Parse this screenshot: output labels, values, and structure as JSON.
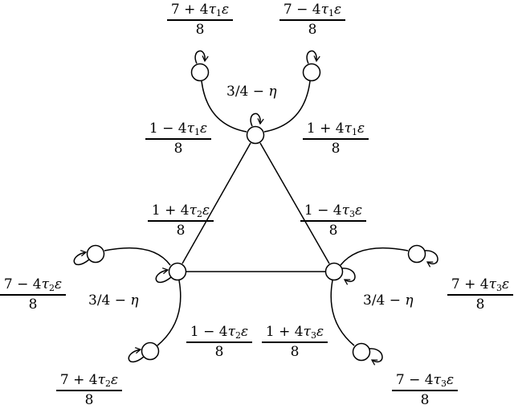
{
  "diagram": {
    "description": "Graph with three central nodes forming a triangle, each with a self-loop and two attached outer nodes with self-loops; edges labeled by transition probabilities.",
    "central_self_loop_label": "3/4 − η",
    "nodes": {
      "center_top": {
        "label": ""
      },
      "center_left": {
        "label": ""
      },
      "center_right": {
        "label": ""
      },
      "outer_top_left": {
        "label": ""
      },
      "outer_top_right": {
        "label": ""
      },
      "outer_left_top": {
        "label": ""
      },
      "outer_left_bottom": {
        "label": ""
      },
      "outer_right_top": {
        "label": ""
      },
      "outer_right_bottom": {
        "label": ""
      }
    },
    "labels": {
      "loop_top_left": {
        "num_a": "7 + 4",
        "tau": "τ",
        "sub": "1",
        "eps": "ε",
        "den": "8"
      },
      "loop_top_right": {
        "num_a": "7 − 4",
        "tau": "τ",
        "sub": "1",
        "eps": "ε",
        "den": "8"
      },
      "edge_top_left": {
        "num_a": "1 − 4",
        "tau": "τ",
        "sub": "1",
        "eps": "ε",
        "den": "8"
      },
      "edge_top_right": {
        "num_a": "1 + 4",
        "tau": "τ",
        "sub": "1",
        "eps": "ε",
        "den": "8"
      },
      "edge_left_up": {
        "num_a": "1 + 4",
        "tau": "τ",
        "sub": "2",
        "eps": "ε",
        "den": "8"
      },
      "edge_right_up": {
        "num_a": "1 − 4",
        "tau": "τ",
        "sub": "3",
        "eps": "ε",
        "den": "8"
      },
      "loop_left_top": {
        "num_a": "7 − 4",
        "tau": "τ",
        "sub": "2",
        "eps": "ε",
        "den": "8"
      },
      "loop_right_top": {
        "num_a": "7 + 4",
        "tau": "τ",
        "sub": "3",
        "eps": "ε",
        "den": "8"
      },
      "edge_left_down": {
        "num_a": "1 − 4",
        "tau": "τ",
        "sub": "2",
        "eps": "ε",
        "den": "8"
      },
      "edge_right_down": {
        "num_a": "1 + 4",
        "tau": "τ",
        "sub": "3",
        "eps": "ε",
        "den": "8"
      },
      "loop_left_bottom": {
        "num_a": "7 + 4",
        "tau": "τ",
        "sub": "2",
        "eps": "ε",
        "den": "8"
      },
      "loop_right_bottom": {
        "num_a": "7 − 4",
        "tau": "τ",
        "sub": "3",
        "eps": "ε",
        "den": "8"
      },
      "self_top": "3/4 − η",
      "self_left": "3/4 − η",
      "self_right": "3/4 − η"
    }
  }
}
